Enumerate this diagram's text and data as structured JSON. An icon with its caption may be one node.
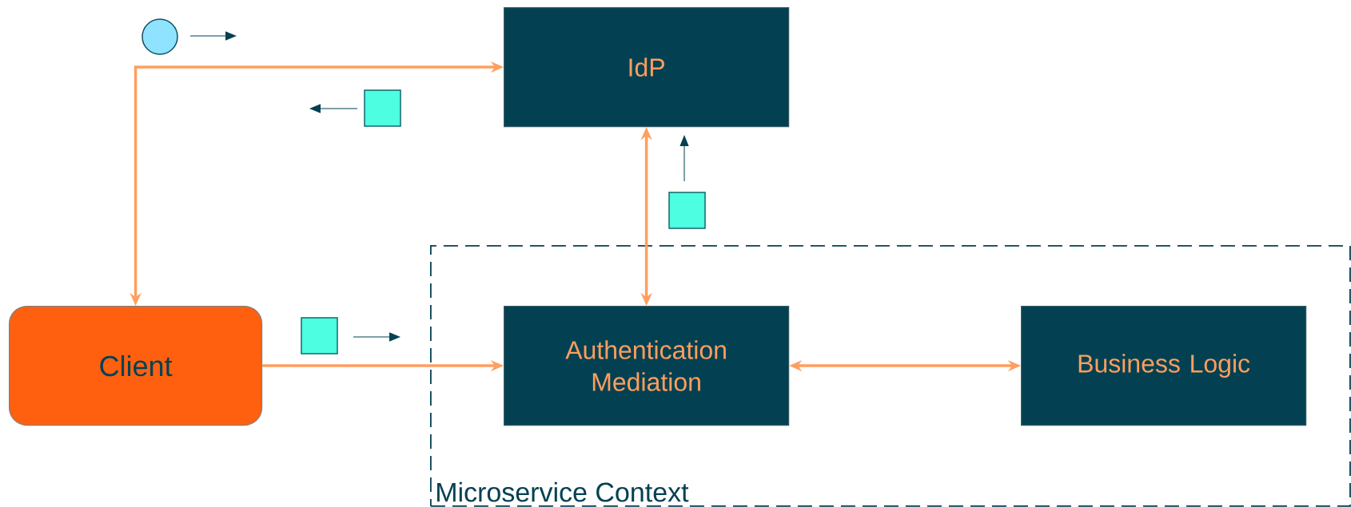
{
  "diagram": {
    "nodes": [
      {
        "text": [
          "IdP"
        ]
      },
      {
        "text": [
          "Client"
        ]
      },
      {
        "text": [
          "Microservice Context"
        ]
      },
      {
        "text": [
          "Authentication Mediation"
        ],
        "in": 2
      },
      {
        "text": [
          "Business Logic"
        ],
        "in": 2
      }
    ],
    "edges": [
      {
        "from": 1,
        "to": 0,
        "arrow": "both"
      },
      {
        "from": 1,
        "to": 3,
        "arrow": "to"
      },
      {
        "from": 3,
        "to": 0,
        "arrow": "both"
      },
      {
        "from": 3,
        "to": 4,
        "arrow": "both"
      }
    ]
  }
}
